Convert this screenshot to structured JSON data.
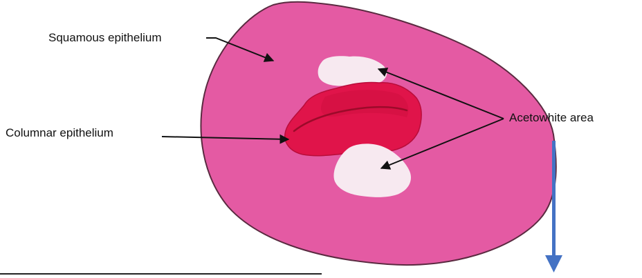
{
  "labels": {
    "squamous": "Squamous epithelium",
    "columnar": "Columnar epithelium",
    "acetowhite": "Acetowhite area"
  },
  "colors": {
    "cervix_fill": "#e45aa3",
    "cervix_outline": "#5a2a40",
    "columnar_fill": "#e0144a",
    "columnar_dark": "#c00c35",
    "canal_line": "#9c0a2a",
    "acetowhite_fill": "#f7e9f0",
    "blue_arrow": "#4472c4",
    "leader": "#111111"
  },
  "icons": {
    "down_arrow": "down-arrow-icon"
  }
}
